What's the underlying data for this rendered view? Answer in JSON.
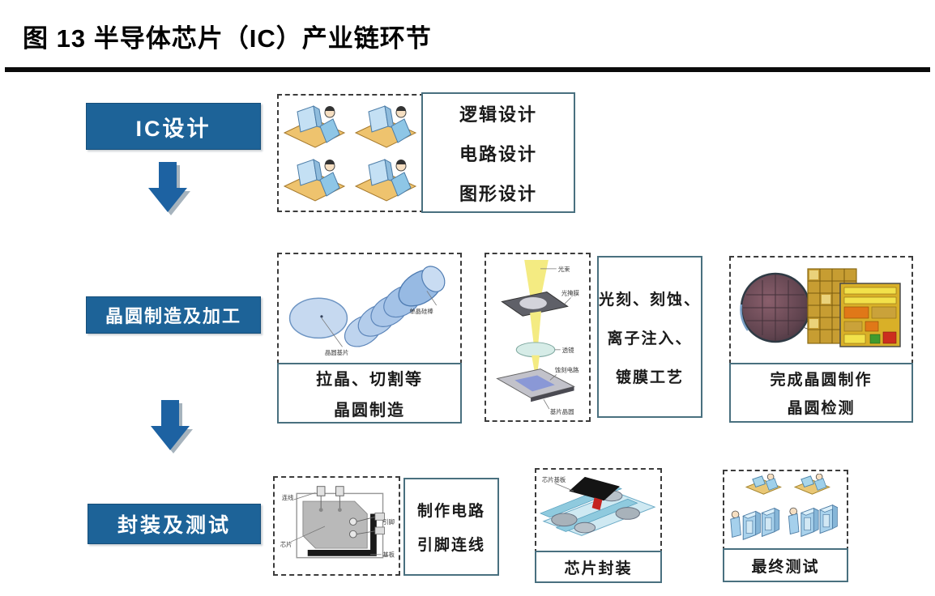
{
  "figure_title": "图 13 半导体芯片（IC）产业链环节",
  "stages": {
    "design": "IC设计",
    "wafer": "晶圆制造及加工",
    "package": "封装及测试"
  },
  "design_row": {
    "line1": "逻辑设计",
    "line2": "电路设计",
    "line3": "图形设计"
  },
  "wafer_row": {
    "ingot_caption1": "拉晶、切割等",
    "ingot_caption2": "晶圆制造",
    "ingot_label_rod": "单晶硅棒",
    "ingot_label_wafer": "晶圆基片",
    "litho_line1": "光刻、刻蚀、",
    "litho_line2": "离子注入、",
    "litho_line3": "镀膜工艺",
    "litho_label_beam": "光束",
    "litho_label_mask": "光掩膜",
    "litho_label_lens": "透镜",
    "litho_label_etch": "蚀刻电路",
    "litho_label_substrate": "基片晶圆",
    "inspect_caption1": "完成晶圆制作",
    "inspect_caption2": "晶圆检测"
  },
  "package_row": {
    "bond_caption1": "制作电路",
    "bond_caption2": "引脚连线",
    "bond_label_wire": "连线",
    "bond_label_die": "芯片",
    "bond_label_pin": "引脚",
    "bond_label_base": "基板",
    "assemble_caption": "芯片封装",
    "assemble_label_substrate": "芯片基板",
    "test_caption": "最终测试"
  },
  "colors": {
    "stage_blue": "#1d6398",
    "arrow_blue": "#1d62a2",
    "caption_border": "#49707f"
  }
}
